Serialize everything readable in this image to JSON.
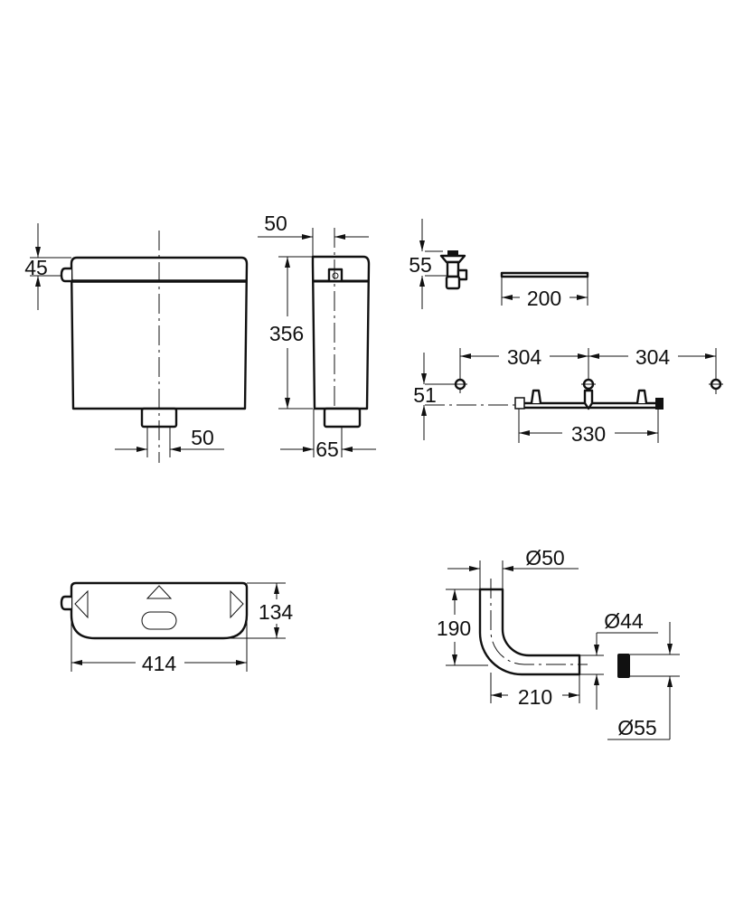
{
  "dimensions": {
    "front_lid_height": "45",
    "front_outlet_width": "50",
    "side_button_offset": "50",
    "side_height": "356",
    "side_outlet_offset": "65",
    "valve_height": "55",
    "strip_length": "200",
    "rail_spacing_left": "304",
    "rail_spacing_right": "304",
    "rail_height": "51",
    "rail_length": "330",
    "bottom_depth": "134",
    "bottom_width": "414",
    "pipe_diameter": "Ø50",
    "pipe_height": "190",
    "pipe_length": "210",
    "pipe_end_diameter": "Ø44",
    "coupling_diameter": "Ø55"
  }
}
